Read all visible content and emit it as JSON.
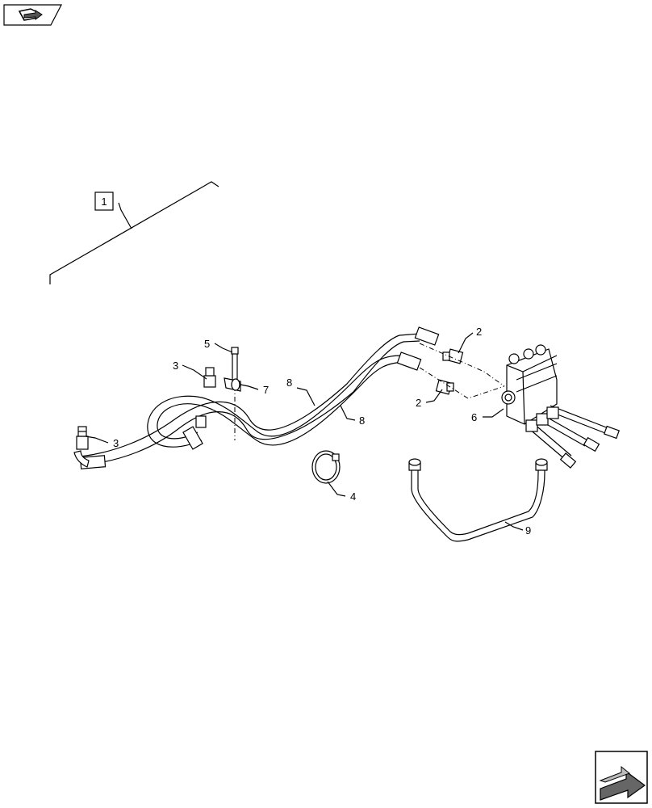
{
  "diagram": {
    "callouts": {
      "c1": "1",
      "c2a": "2",
      "c2b": "2",
      "c3a": "3",
      "c3b": "3",
      "c4": "4",
      "c5": "5",
      "c6": "6",
      "c7": "7",
      "c8a": "8",
      "c8b": "8",
      "c9": "9"
    }
  },
  "nav": {
    "back_icon": "book-arrow-icon",
    "next_icon": "next-page-arrow-icon"
  }
}
